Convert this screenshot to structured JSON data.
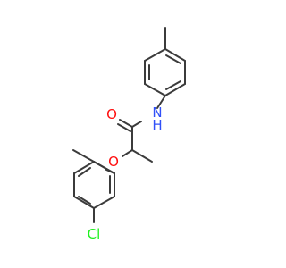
{
  "structure": {
    "atoms": {
      "oxygen_carbonyl": {
        "symbol": "O",
        "color": "#ff0d0d"
      },
      "nitrogen_amide": {
        "symbol": "N",
        "color": "#3050f8"
      },
      "hydrogen_amide": {
        "symbol": "H",
        "color": "#3050f8"
      },
      "oxygen_ether": {
        "symbol": "O",
        "color": "#ff0d0d"
      },
      "chlorine": {
        "symbol": "Cl",
        "color": "#1ff01f"
      }
    },
    "bond_color": "#3b3b3b",
    "background": "#ffffff"
  }
}
